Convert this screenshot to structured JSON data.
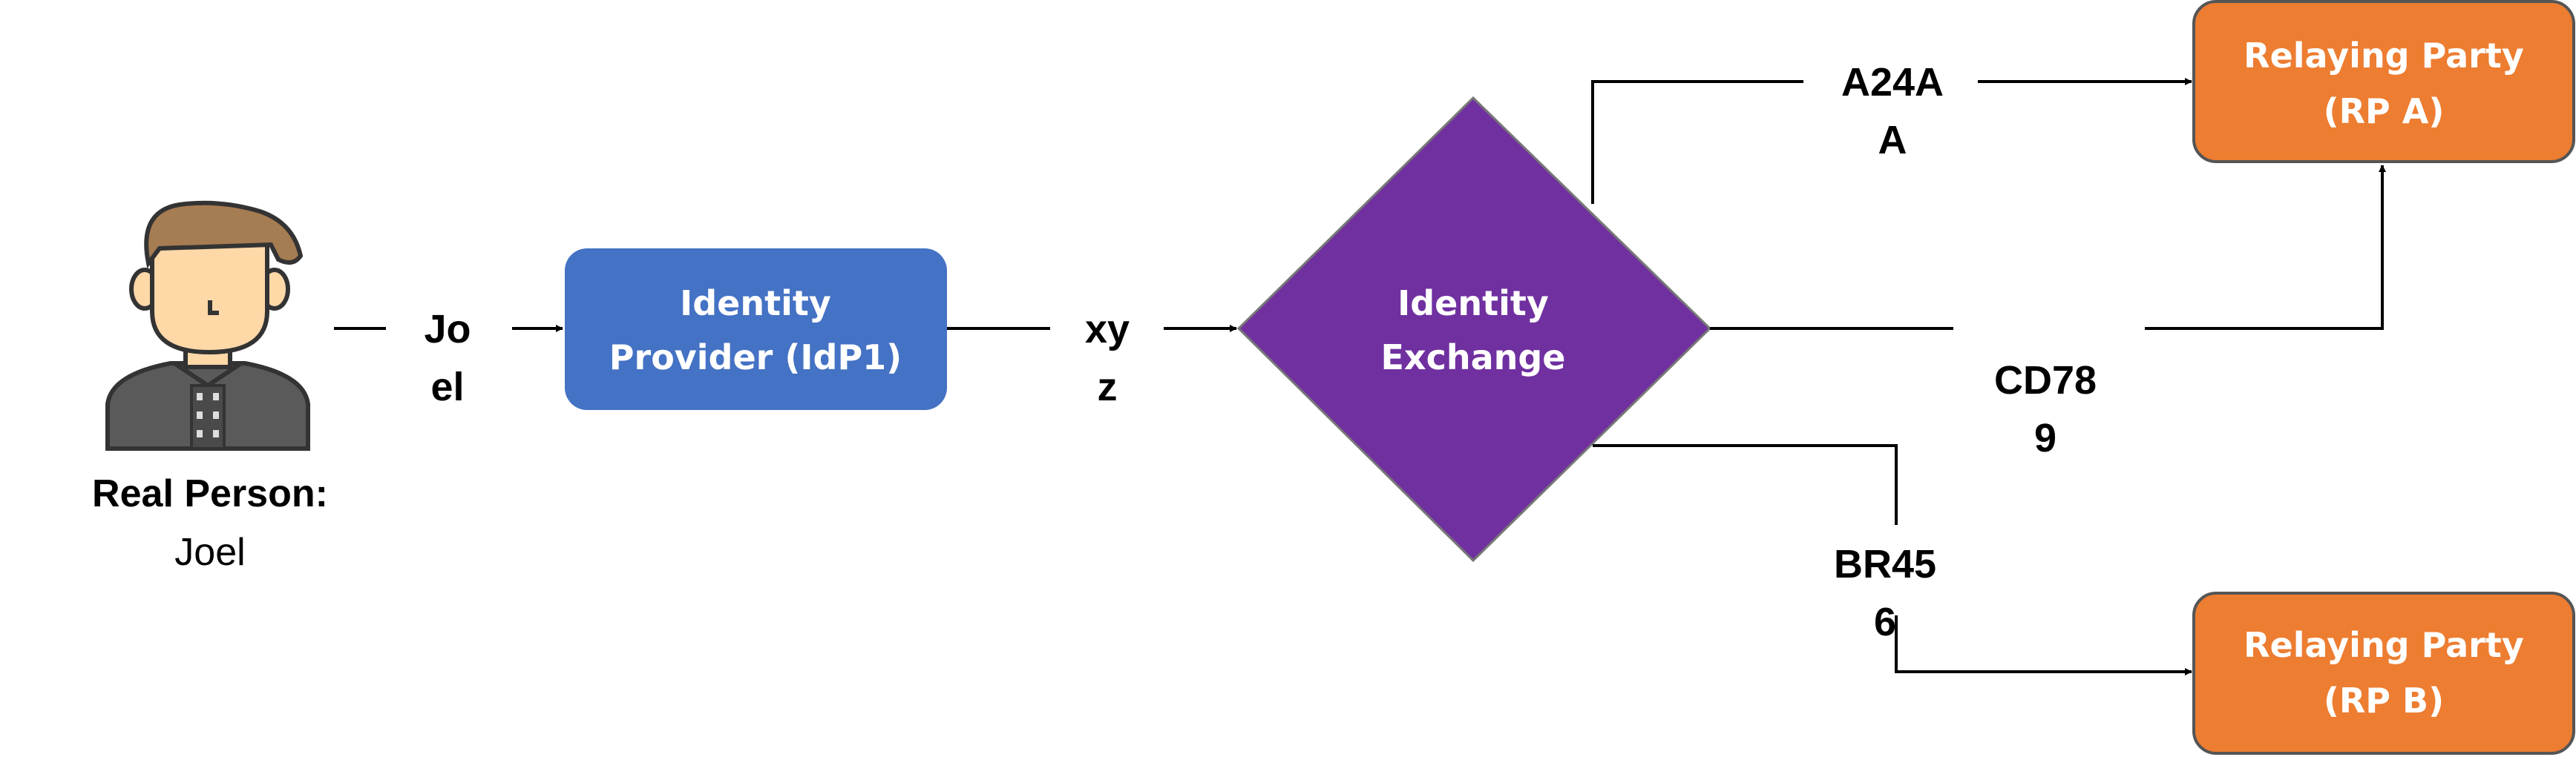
{
  "person": {
    "label_bold": "Real Person:",
    "label_name": "Joel",
    "icon": "person-avatar-icon"
  },
  "edges": {
    "person_to_idp": [
      "Jo",
      "el"
    ],
    "idp_to_exchange": [
      "xy",
      "z"
    ],
    "exchange_to_rpa_top": [
      "A24A",
      "A"
    ],
    "exchange_to_rpa_mid": [
      "CD78",
      "9"
    ],
    "exchange_to_rpb": [
      "BR45",
      "6"
    ]
  },
  "nodes": {
    "idp": {
      "lines": [
        "Identity",
        "Provider (IdP1)"
      ],
      "color": "#4472C4"
    },
    "exchange": {
      "lines": [
        "Identity",
        "Exchange"
      ],
      "color": "#7030A0"
    },
    "rp_a": {
      "lines": [
        "Relaying Party",
        "(RP A)"
      ],
      "color": "#ED7D31"
    },
    "rp_b": {
      "lines": [
        "Relaying Party",
        "(RP B)"
      ],
      "color": "#ED7D31"
    }
  },
  "colors": {
    "line": "#000000",
    "skin": "#FFD8A8",
    "hair": "#A67C52",
    "jacket": "#5A5A5A",
    "outline": "#333333"
  }
}
